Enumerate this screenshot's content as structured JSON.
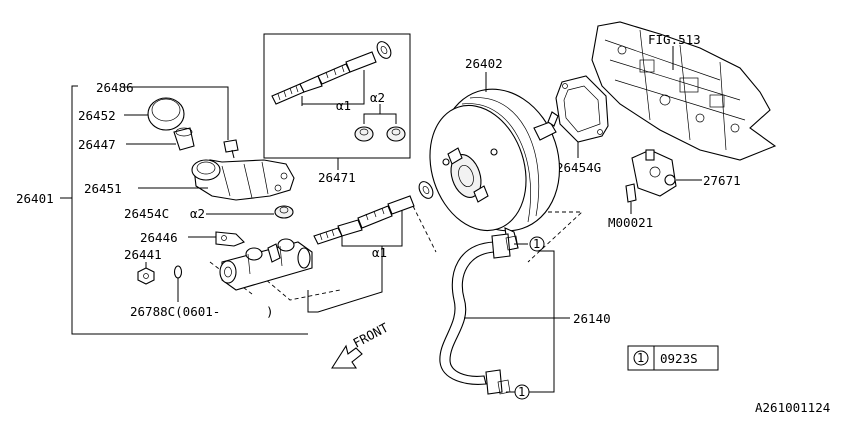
{
  "labels": {
    "p26486": "26486",
    "p26452": "26452",
    "p26447": "26447",
    "p26451": "26451",
    "p26401": "26401",
    "p26454c": "26454C",
    "a2_right": "α2",
    "p26446": "26446",
    "p26441": "26441",
    "p26788c": "26788C(0601-",
    "p26788c_close": ")",
    "a1_master": "α1",
    "a1_box": "α1",
    "a2_box": "α2",
    "p26471": "26471",
    "p26402": "26402",
    "p26454g": "26454G",
    "fig513": "FIG.513",
    "p27671": "27671",
    "m00021": "M00021",
    "p26140": "26140",
    "front": "FRONT",
    "circ1_top": "1",
    "circ1_bottom": "1",
    "legend_num": "1",
    "legend_code": "0923S",
    "ref_code": "A261001124"
  }
}
